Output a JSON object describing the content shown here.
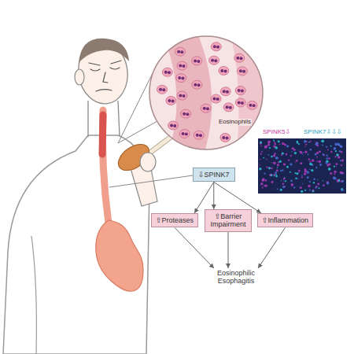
{
  "diagram": {
    "nodes": [
      {
        "text": [
          "⇩SPINK7"
        ]
      },
      {
        "text": [
          "⇧Proteases"
        ]
      },
      {
        "text": [
          "⇧Barrier Impairment"
        ]
      },
      {
        "text": [
          "⇧Inflammation"
        ]
      },
      {
        "text": [
          "Eosinophilic Esophagitis"
        ]
      }
    ],
    "edges": [
      {
        "from": 0,
        "to": 1,
        "arrow": "to"
      },
      {
        "from": 0,
        "to": 2,
        "arrow": "to"
      },
      {
        "from": 0,
        "to": 3,
        "arrow": "to"
      },
      {
        "from": 1,
        "to": 4,
        "arrow": "to"
      },
      {
        "from": 2,
        "to": 4,
        "arrow": "to"
      },
      {
        "from": 3,
        "to": 4,
        "arrow": "to"
      }
    ],
    "labels": [
      "Eosinophils",
      "SPINK5⇩",
      "SPINK7⇩⇩⇩"
    ]
  }
}
